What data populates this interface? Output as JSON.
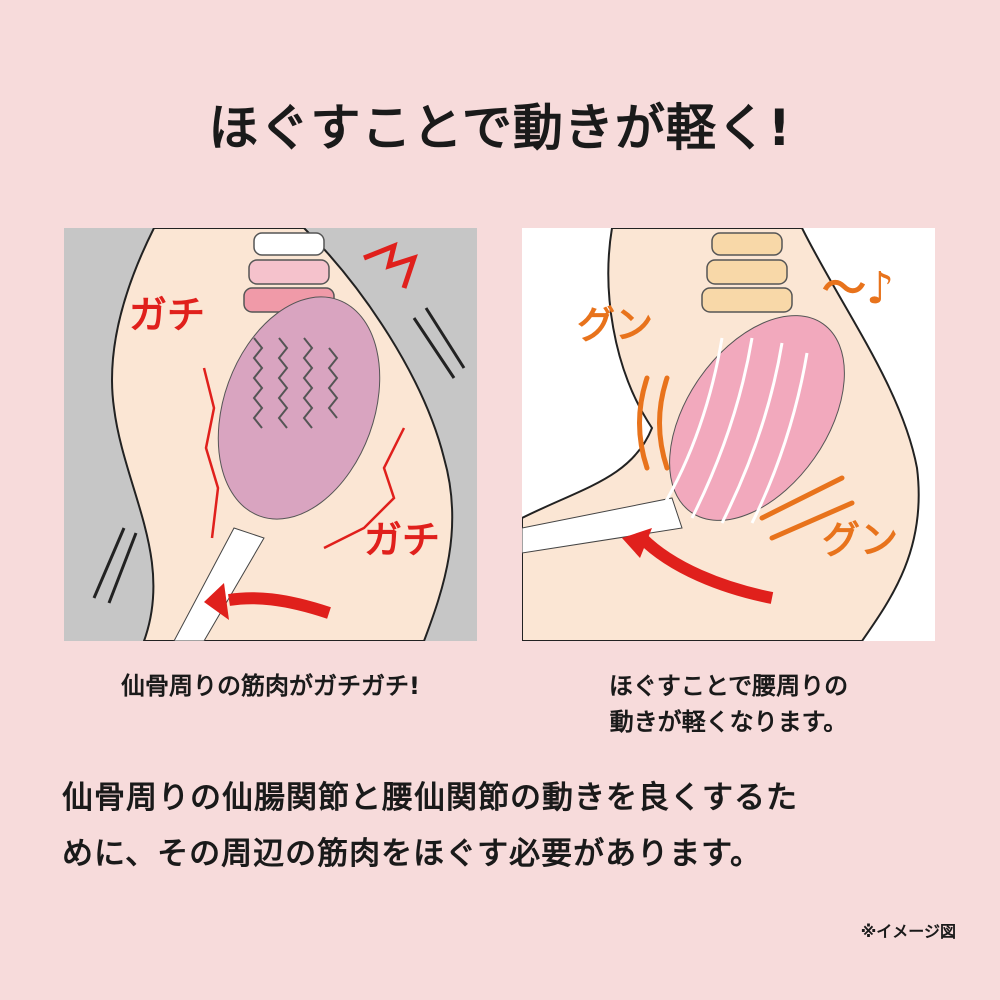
{
  "title": "ほぐすことで動きが軽く!",
  "left_panel": {
    "label_top": "ガチ",
    "label_bottom": "ガチ",
    "caption": "仙骨周りの筋肉がガチガチ!"
  },
  "right_panel": {
    "label_left": "グン",
    "label_right": "グン",
    "label_note": "〜♪",
    "caption_line1": "ほぐすことで腰周りの",
    "caption_line2": "動きが軽くなります。"
  },
  "body_text": {
    "line1": "仙骨周りの仙腸関節と腰仙関節の動きを良くするた",
    "line2": "めに、その周辺の筋肉をほぐす必要があります。"
  },
  "footnote": "※イメージ図",
  "colors": {
    "background": "#f7dbdb",
    "red": "#e0201c",
    "orange": "#e8731c",
    "skin": "#fbe6d4"
  }
}
